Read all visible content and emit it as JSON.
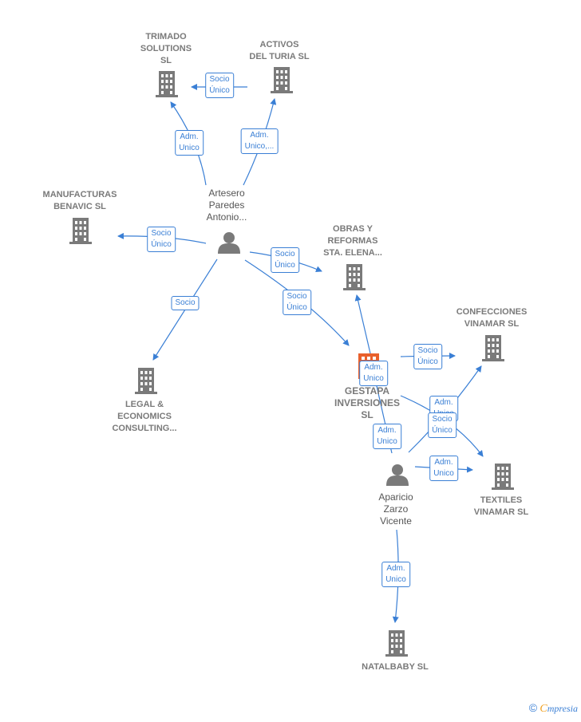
{
  "nodes": {
    "trimado": {
      "lines": [
        "TRIMADO",
        "SOLUTIONS",
        "SL"
      ]
    },
    "activos": {
      "lines": [
        "ACTIVOS",
        "DEL TURIA  SL"
      ]
    },
    "manufacturas": {
      "lines": [
        "MANUFACTURAS",
        "BENAVIC  SL"
      ]
    },
    "obras": {
      "lines": [
        "OBRAS Y",
        "REFORMAS",
        "STA.  ELENA..."
      ]
    },
    "confecciones": {
      "lines": [
        "CONFECCIONES",
        "VINAMAR  SL"
      ]
    },
    "legal": {
      "lines": [
        "LEGAL &",
        "ECONOMICS",
        "CONSULTING..."
      ]
    },
    "gestapa": {
      "lines": [
        "GESTAPA",
        "INVERSIONES",
        "SL"
      ]
    },
    "textiles": {
      "lines": [
        "TEXTILES",
        "VINAMAR  SL"
      ]
    },
    "natalbaby": {
      "lines": [
        "NATALBABY SL"
      ]
    }
  },
  "persons": {
    "artesero": {
      "lines": [
        "Artesero",
        "Paredes",
        "Antonio..."
      ]
    },
    "aparicio": {
      "lines": [
        "Aparicio",
        "Zarzo",
        "Vicente"
      ]
    }
  },
  "edges": {
    "e1": {
      "lines": [
        "Socio",
        "Único"
      ]
    },
    "e2": {
      "lines": [
        "Adm.",
        "Unico"
      ]
    },
    "e3": {
      "lines": [
        "Adm.",
        "Unico,..."
      ]
    },
    "e4": {
      "lines": [
        "Socio",
        "Único"
      ]
    },
    "e5": {
      "lines": [
        "Socio"
      ]
    },
    "e6": {
      "lines": [
        "Socio",
        "Único"
      ]
    },
    "e7": {
      "lines": [
        "Socio",
        "Único"
      ]
    },
    "e8": {
      "lines": [
        "Adm.",
        "Unico"
      ]
    },
    "e9": {
      "lines": [
        "Socio",
        "Único"
      ]
    },
    "e10": {
      "lines": [
        "Adm.",
        "Unico"
      ]
    },
    "e11": {
      "lines": [
        "Socio",
        "Único"
      ]
    },
    "e12": {
      "lines": [
        "Adm.",
        "Unico"
      ]
    },
    "e13": {
      "lines": [
        "Adm.",
        "Unico"
      ]
    },
    "e14": {
      "lines": [
        "Adm.",
        "Unico"
      ]
    }
  },
  "footer": {
    "copyright": "©",
    "brand_first": "C",
    "brand_rest": "mpresia"
  },
  "colors": {
    "edge": "#3a7fd5",
    "building": "#7a7a7a",
    "highlight": "#e8602c"
  }
}
